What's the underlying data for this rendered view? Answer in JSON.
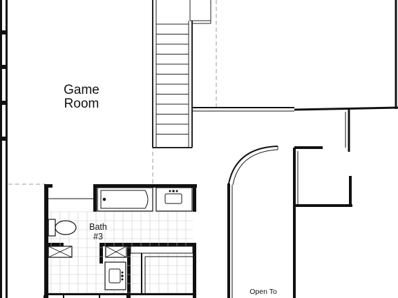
{
  "plan": {
    "rooms": [
      {
        "id": "game_room",
        "label": "Game\nRoom"
      },
      {
        "id": "bath_3",
        "label": "Bath\n#3"
      },
      {
        "id": "open_to",
        "label": "Open To"
      }
    ]
  },
  "colors": {
    "wall": "#111111",
    "line": "#333333",
    "dashed": "#9a9a9a",
    "tile": "#c8c8c8",
    "background": "#ffffff"
  }
}
